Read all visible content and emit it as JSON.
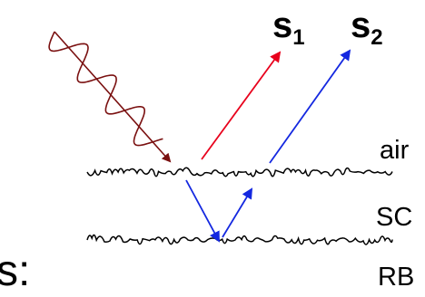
{
  "labels": {
    "s1": {
      "main": "s",
      "sub": "1"
    },
    "s2": {
      "main": "s",
      "sub": "2"
    },
    "layer_air": "air",
    "layer_sc": "SC",
    "layer_rb": "RB",
    "cut_text": "s:"
  },
  "colors": {
    "s1": "#e8001c",
    "s2": "#1428e0",
    "incident": "#7a1010",
    "interfaces": "#000000",
    "text": "#000000"
  }
}
